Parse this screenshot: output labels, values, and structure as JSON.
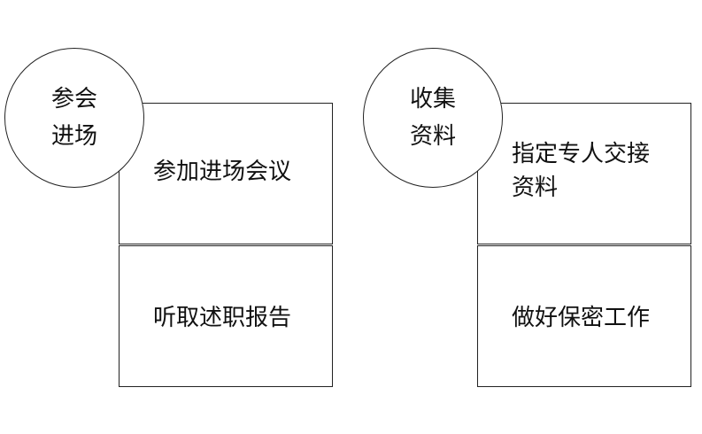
{
  "groups": [
    {
      "circle": "参会\n进场",
      "top_box": "参加进场会议",
      "bottom_box": "听取述职报告"
    },
    {
      "circle": "收集\n资料",
      "top_box": "指定专人交接\n资料",
      "bottom_box": "做好保密工作"
    }
  ]
}
